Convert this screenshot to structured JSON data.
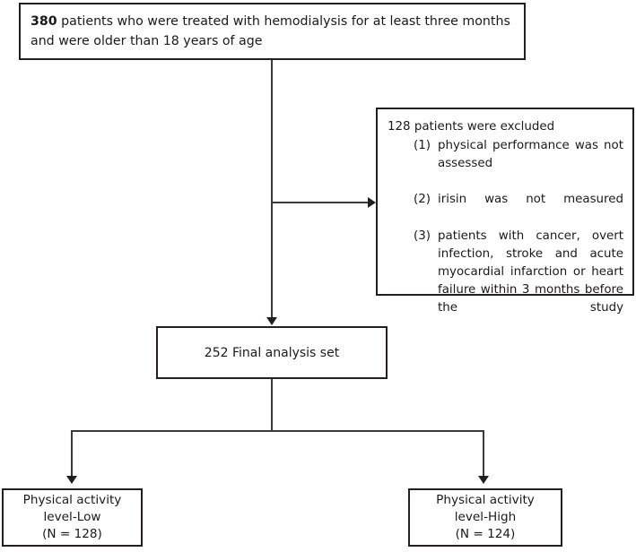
{
  "diagram": {
    "type": "flowchart",
    "title": "Patient enrollment and analysis flow diagram",
    "nodes": {
      "enrollment": {
        "count": "380",
        "text": " patients who were treated with hemodialysis for at least three months and were older than 18 years of age"
      },
      "exclusion": {
        "heading": "128 patients were excluded",
        "items": [
          {
            "marker": "(1)",
            "text": "physical performance was not assessed"
          },
          {
            "marker": "(2)",
            "text": "irisin was not measured"
          },
          {
            "marker": "(3)",
            "text": "patients with cancer, overt infection, stroke and acute myocardial infarction or heart failure within 3 months before the study"
          }
        ]
      },
      "final": {
        "text": "252 Final analysis set"
      },
      "group_low": {
        "line1": "Physical activity",
        "line2": "level-Low",
        "line3": "(N = 128)"
      },
      "group_high": {
        "line1": "Physical activity",
        "line2": "level-High",
        "line3": "(N = 124)"
      }
    },
    "colors": {
      "border": "#231f20",
      "connector": "#3a3a3a",
      "background": "#ffffff",
      "text": "#1a1a1a"
    }
  }
}
